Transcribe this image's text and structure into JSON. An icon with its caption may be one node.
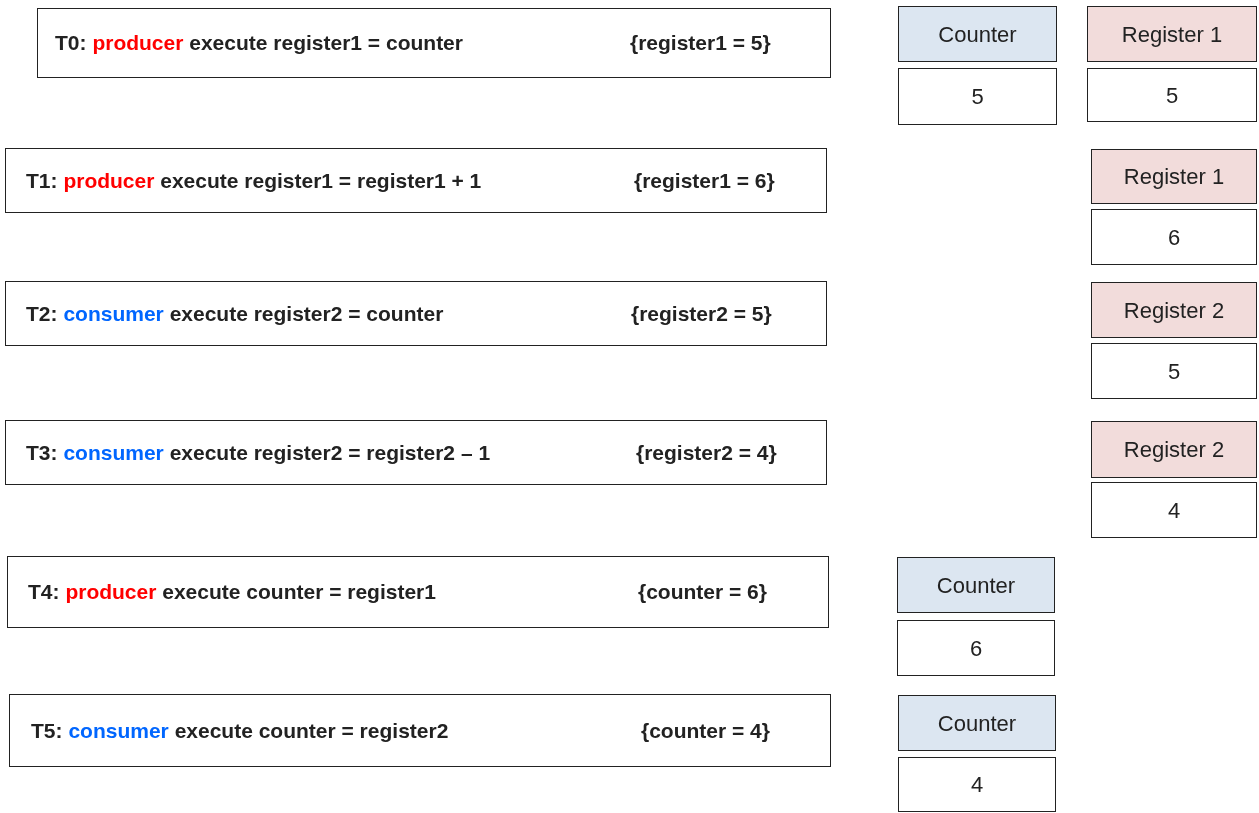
{
  "diagram": {
    "nodes": [
      {
        "text": [
          "T0:",
          "producer",
          "execute register1 = counter",
          "{register1 = 5}"
        ]
      },
      {
        "text": [
          "Counter"
        ]
      },
      {
        "text": [
          "Register 1"
        ]
      },
      {
        "text": [
          "5"
        ]
      },
      {
        "text": [
          "5"
        ]
      },
      {
        "text": [
          "T1:",
          "producer",
          "execute register1 = register1 + 1",
          "{register1 = 6}"
        ]
      },
      {
        "text": [
          "Register 1"
        ]
      },
      {
        "text": [
          "6"
        ]
      },
      {
        "text": [
          "T2:",
          "consumer",
          "execute register2 = counter",
          "{register2 = 5}"
        ]
      },
      {
        "text": [
          "Register 2"
        ]
      },
      {
        "text": [
          "5"
        ]
      },
      {
        "text": [
          "T3:",
          "consumer",
          "execute register2 = register2 – 1",
          "{register2 = 4}"
        ]
      },
      {
        "text": [
          "Register 2"
        ]
      },
      {
        "text": [
          "4"
        ]
      },
      {
        "text": [
          "T4:",
          "producer",
          "execute counter = register1",
          "{counter = 6}"
        ]
      },
      {
        "text": [
          "Counter"
        ]
      },
      {
        "text": [
          "6"
        ]
      },
      {
        "text": [
          "T5:",
          "consumer",
          "execute counter = register2",
          "{counter = 4}"
        ]
      },
      {
        "text": [
          "Counter"
        ]
      },
      {
        "text": [
          "4"
        ]
      }
    ]
  }
}
